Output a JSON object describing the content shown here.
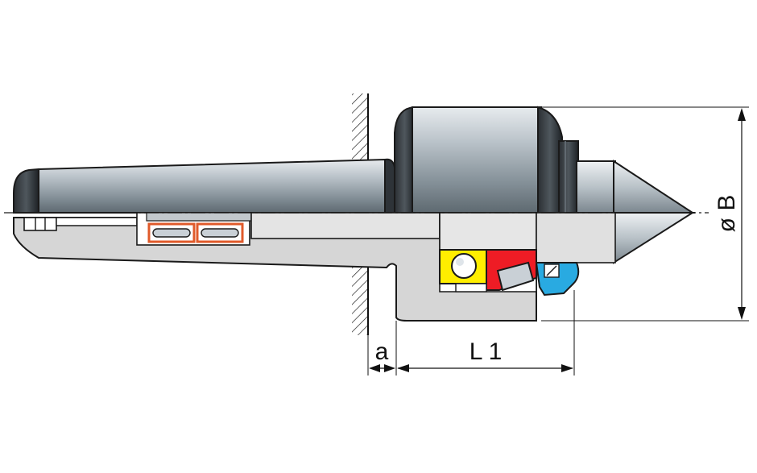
{
  "labels": {
    "a": "a",
    "l1": "L 1",
    "b": "ø B"
  },
  "colors": {
    "steel_light": "#c9d0d6",
    "steel_mid": "#8b979f",
    "steel_dark": "#3e4a52",
    "section_gray": "#d7d7d7",
    "outline": "#1a1a1a",
    "bearing_yellow": "#ffee00",
    "bearing_red": "#ee1c25",
    "seal_cyan": "#29aae1",
    "needle_orange": "#e05a2a"
  }
}
